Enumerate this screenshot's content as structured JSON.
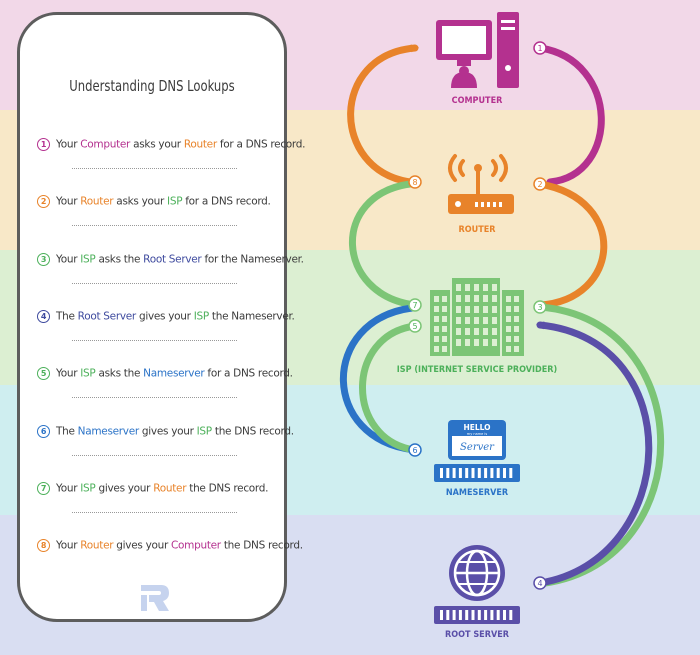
{
  "title": "Understanding DNS Lookups",
  "steps": [
    {
      "n": "1",
      "color": "#b4318f",
      "parts": [
        "Your ",
        {
          "t": "Computer",
          "c": "hl-magenta"
        },
        " asks your ",
        {
          "t": "Router",
          "c": "hl-orange"
        },
        " for a DNS record."
      ]
    },
    {
      "n": "2",
      "color": "#e8832a",
      "parts": [
        "Your ",
        {
          "t": "Router",
          "c": "hl-orange"
        },
        " asks your ",
        {
          "t": "ISP",
          "c": "hl-green"
        },
        " for a DNS record."
      ]
    },
    {
      "n": "3",
      "color": "#4cb05a",
      "parts": [
        "Your ",
        {
          "t": "ISP",
          "c": "hl-green"
        },
        " asks the ",
        {
          "t": "Root Server",
          "c": "hl-navy"
        },
        " for the Nameserver."
      ]
    },
    {
      "n": "4",
      "color": "#3e4a9e",
      "parts": [
        "The ",
        {
          "t": "Root Server",
          "c": "hl-navy"
        },
        " gives your ",
        {
          "t": "ISP",
          "c": "hl-green"
        },
        " the Nameserver."
      ]
    },
    {
      "n": "5",
      "color": "#4cb05a",
      "parts": [
        "Your ",
        {
          "t": "ISP",
          "c": "hl-green"
        },
        " asks the ",
        {
          "t": "Nameserver",
          "c": "hl-blue"
        },
        " for a DNS record."
      ]
    },
    {
      "n": "6",
      "color": "#2b73c7",
      "parts": [
        "The ",
        {
          "t": "Nameserver",
          "c": "hl-blue"
        },
        " gives your ",
        {
          "t": "ISP",
          "c": "hl-green"
        },
        " the DNS record."
      ]
    },
    {
      "n": "7",
      "color": "#4cb05a",
      "parts": [
        "Your ",
        {
          "t": "ISP",
          "c": "hl-green"
        },
        " gives your ",
        {
          "t": "Router",
          "c": "hl-orange"
        },
        " the DNS record."
      ]
    },
    {
      "n": "8",
      "color": "#e8832a",
      "parts": [
        "Your ",
        {
          "t": "Router",
          "c": "hl-orange"
        },
        " gives your ",
        {
          "t": "Computer",
          "c": "hl-magenta"
        },
        " the DNS record."
      ]
    }
  ],
  "nodes": {
    "computer": "COMPUTER",
    "router": "ROUTER",
    "isp": "ISP (INTERNET SERVICE PROVIDER)",
    "nameserver": "NAMESERVER",
    "root": "ROOT SERVER"
  },
  "nameserver_sticker": {
    "hello": "HELLO",
    "sub": "my name is",
    "name": "Server"
  },
  "colors": {
    "magenta": "#b4318f",
    "orange": "#e8832a",
    "green": "#7cc576",
    "blue": "#2b73c7",
    "navy": "#5a4fa8",
    "logo": "#c6d3ee"
  },
  "icons": [
    "computer-icon",
    "router-icon",
    "isp-building-icon",
    "nameserver-icon",
    "root-server-globe-icon",
    "brand-logo-icon"
  ]
}
